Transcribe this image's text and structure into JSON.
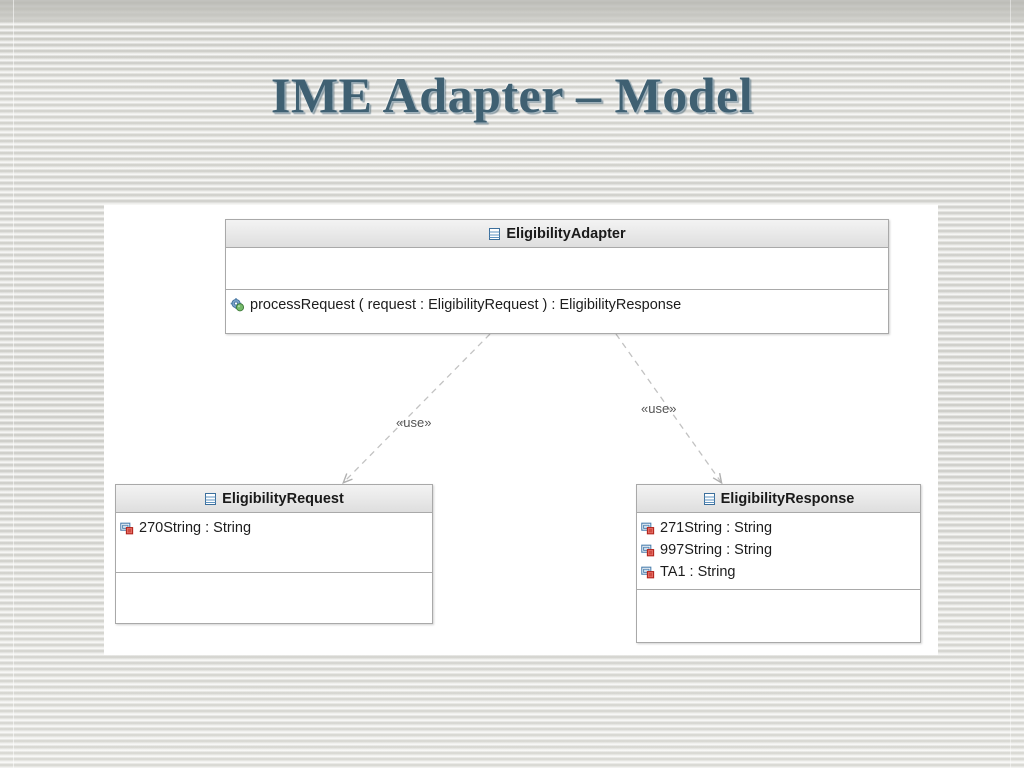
{
  "slide": {
    "title": "IME Adapter – Model",
    "title_color": "#3f6072",
    "background_color": "#d4d4cf",
    "canvas_color": "#ffffff"
  },
  "diagram": {
    "type": "uml-class-diagram",
    "classes": [
      {
        "id": "eligibility-adapter",
        "name": "EligibilityAdapter",
        "icon": "uml-class-icon",
        "attributes": [],
        "operations": [
          {
            "icon": "public-method-icon",
            "label": "processRequest ( request : EligibilityRequest ) : EligibilityResponse"
          }
        ]
      },
      {
        "id": "eligibility-request",
        "name": "EligibilityRequest",
        "icon": "uml-class-icon",
        "attributes": [
          {
            "icon": "private-attribute-icon",
            "label": "270String : String"
          }
        ],
        "operations": []
      },
      {
        "id": "eligibility-response",
        "name": "EligibilityResponse",
        "icon": "uml-class-icon",
        "attributes": [
          {
            "icon": "private-attribute-icon",
            "label": "271String : String"
          },
          {
            "icon": "private-attribute-icon",
            "label": "997String : String"
          },
          {
            "icon": "private-attribute-icon",
            "label": "TA1 : String"
          }
        ],
        "operations": []
      }
    ],
    "relationships": [
      {
        "id": "dep-left",
        "kind": "dependency",
        "stereotype": "«use»",
        "from": "EligibilityAdapter",
        "to": "EligibilityRequest",
        "line_style": "dashed",
        "arrow": "open"
      },
      {
        "id": "dep-right",
        "kind": "dependency",
        "stereotype": "«use»",
        "from": "EligibilityAdapter",
        "to": "EligibilityResponse",
        "line_style": "dashed",
        "arrow": "open"
      }
    ]
  }
}
